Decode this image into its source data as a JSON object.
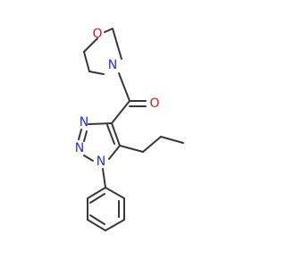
{
  "molecule": {
    "atoms": {
      "o_morpholine": {
        "symbol": "O",
        "color": "#d11a1a"
      },
      "n_morpholine": {
        "symbol": "N",
        "color": "#2633d6"
      },
      "o_carbonyl": {
        "symbol": "O",
        "color": "#d11a1a"
      },
      "n_triazole_3": {
        "symbol": "N",
        "color": "#2633d6"
      },
      "n_triazole_2": {
        "symbol": "N",
        "color": "#2633d6"
      },
      "n_triazole_1": {
        "symbol": "N",
        "color": "#2633d6"
      }
    },
    "bond_color": "#383838"
  }
}
